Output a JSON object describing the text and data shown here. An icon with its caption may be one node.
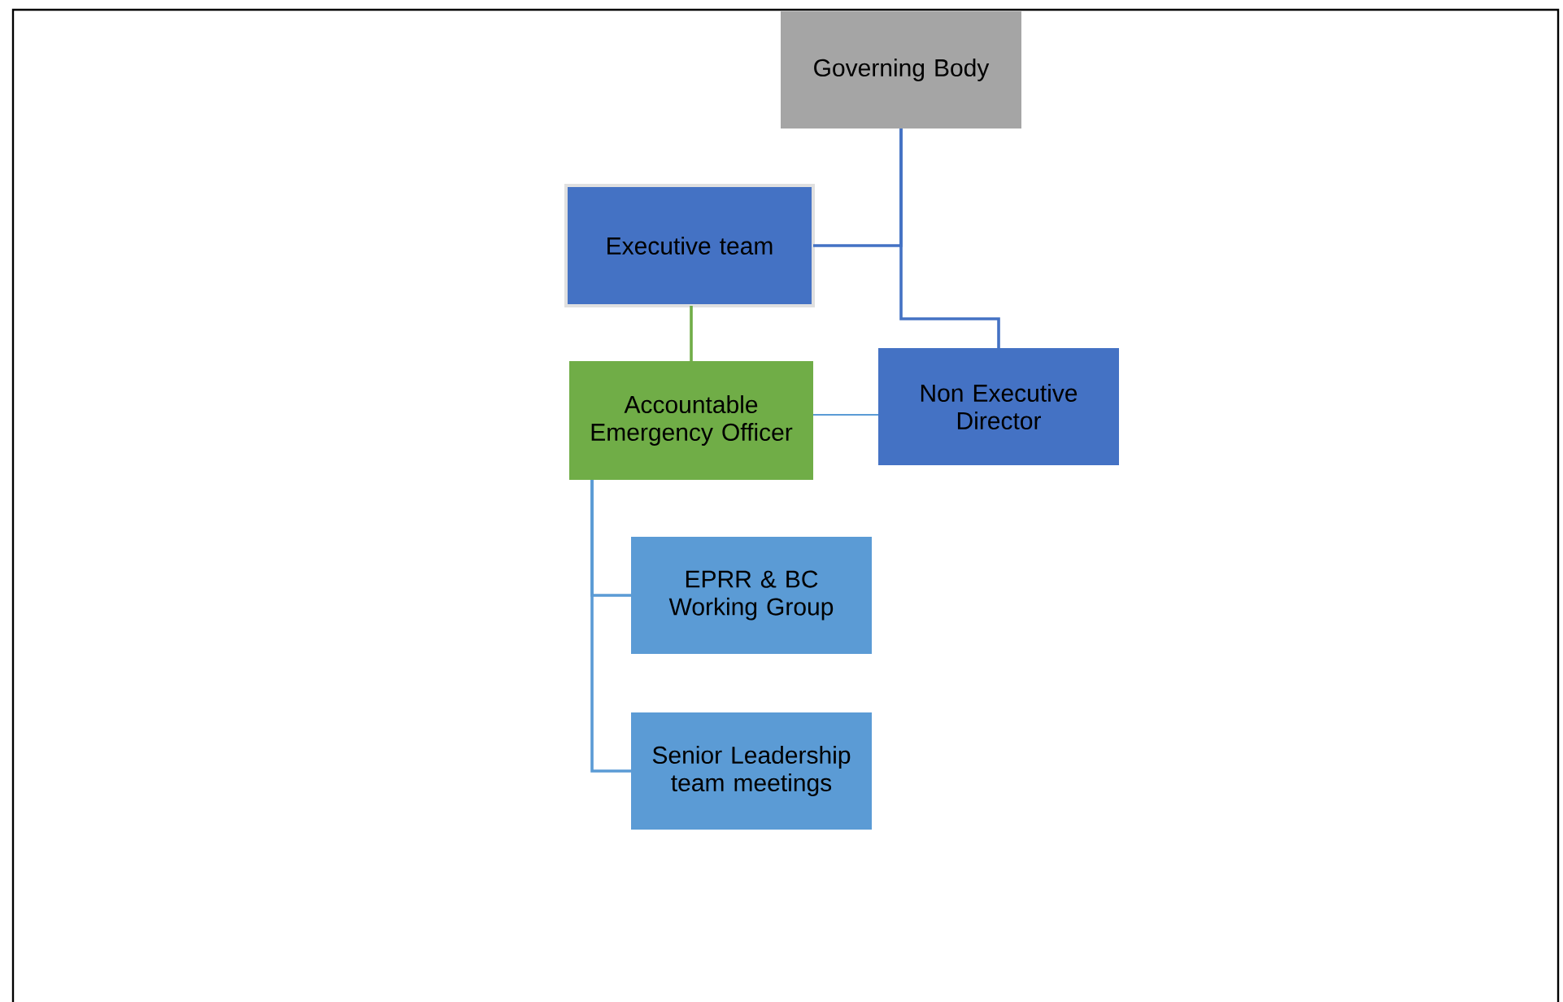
{
  "diagram": {
    "nodes": [
      {
        "text": [
          "Governing Body"
        ]
      },
      {
        "text": [
          "Executive team"
        ]
      },
      {
        "text": [
          "Non Executive Director"
        ]
      },
      {
        "text": [
          "Accountable Emergency Officer"
        ]
      },
      {
        "text": [
          "EPRR & BC Working Group"
        ]
      },
      {
        "text": [
          "Senior Leadership team meetings"
        ]
      }
    ],
    "edges": [
      {
        "from": 0,
        "to": 1,
        "arrow": "none",
        "color": "#4472c4"
      },
      {
        "from": 0,
        "to": 2,
        "arrow": "none",
        "color": "#4472c4"
      },
      {
        "from": 1,
        "to": 3,
        "arrow": "none",
        "color": "#70ad47"
      },
      {
        "from": 3,
        "to": 2,
        "arrow": "none"
      },
      {
        "from": 3,
        "to": 4,
        "arrow": "none"
      },
      {
        "from": 3,
        "to": 5,
        "arrow": "none"
      }
    ]
  }
}
